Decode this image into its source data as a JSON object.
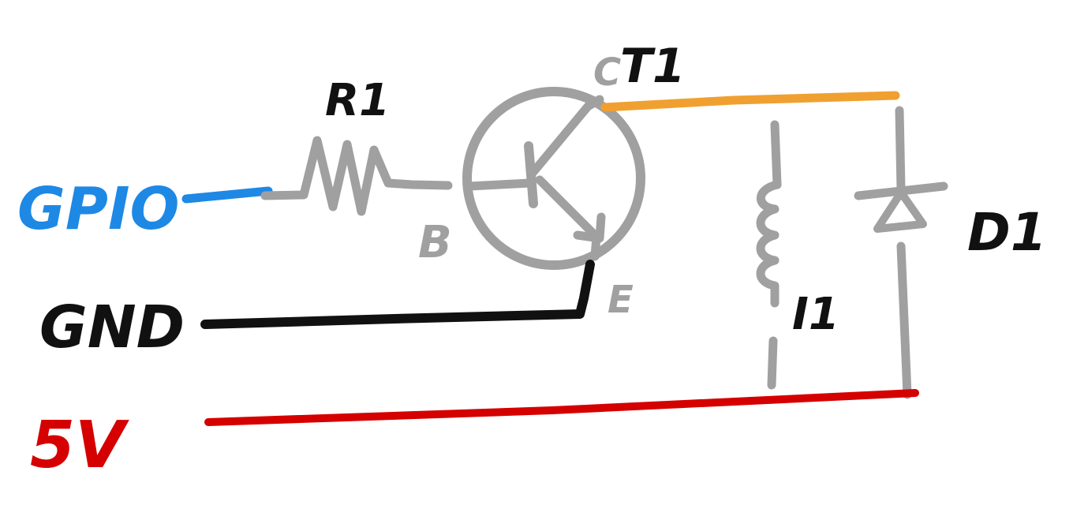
{
  "labels": {
    "gpio": "GPIO",
    "gnd": "GND",
    "v5": "5V",
    "r1": "R1",
    "t1": "T1",
    "collector": "C",
    "base": "B",
    "emitter": "E",
    "i1": "I1",
    "d1": "D1"
  },
  "colors": {
    "gpio": "#1E88E5",
    "gnd": "#111111",
    "v5": "#D50000",
    "collector": "#F0A030",
    "component": "#A0A0A0",
    "text": "#111111"
  }
}
